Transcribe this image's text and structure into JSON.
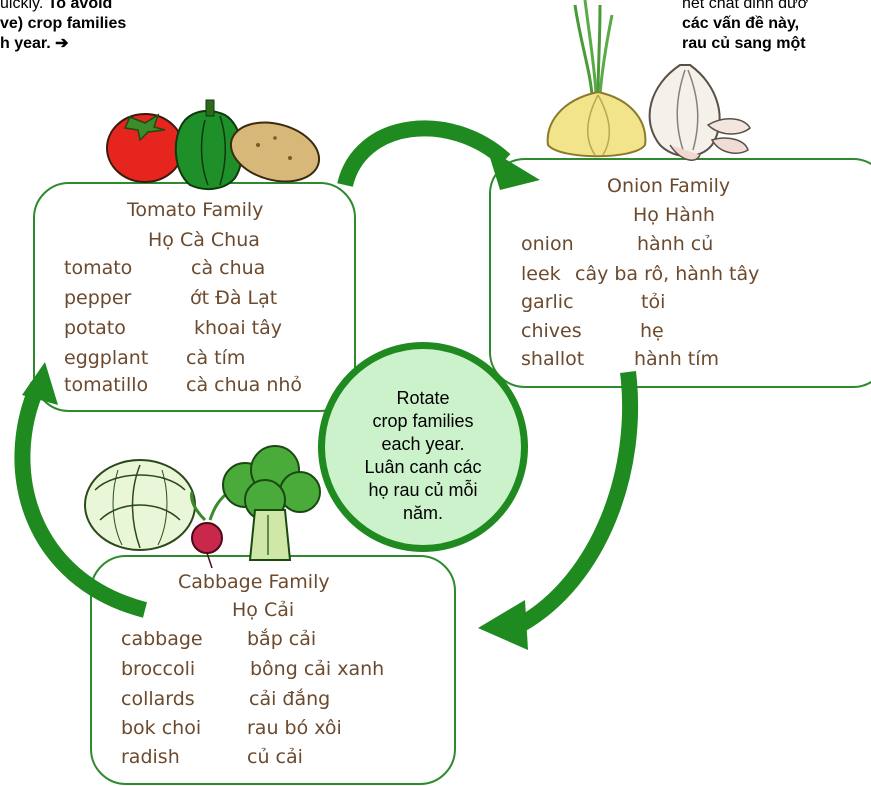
{
  "top_left": {
    "line1_plain": "uickly. ",
    "line1_bold": "To avoid",
    "line2": "ve) crop families",
    "line3": "h year.  ➔"
  },
  "top_right": {
    "line1": "hết chất dinh dưỡ",
    "line2": "các vấn đề này,",
    "line3": "rau củ sang một"
  },
  "tomato": {
    "title_en": "Tomato Family",
    "title_vi": "Họ Cà Chua",
    "items": [
      {
        "en": "tomato",
        "vi": "cà chua"
      },
      {
        "en": "pepper",
        "vi": "ớt Đà Lạt"
      },
      {
        "en": "potato",
        "vi": "khoai tây"
      },
      {
        "en": "eggplant",
        "vi": "cà tím"
      },
      {
        "en": "tomatillo",
        "vi": "cà chua nhỏ"
      }
    ]
  },
  "onion": {
    "title_en": "Onion Family",
    "title_vi": "Họ Hành",
    "items": [
      {
        "en": "onion",
        "vi": "hành củ"
      },
      {
        "en": "leek",
        "vi": "cây ba rô, hành tây"
      },
      {
        "en": "garlic",
        "vi": "tỏi"
      },
      {
        "en": "chives",
        "vi": "hẹ"
      },
      {
        "en": "shallot",
        "vi": "hành tím"
      }
    ]
  },
  "cabbage": {
    "title_en": "Cabbage Family",
    "title_vi": "Họ Cải",
    "items": [
      {
        "en": "cabbage",
        "vi": "bắp cải"
      },
      {
        "en": "broccoli",
        "vi": "bông cải xanh"
      },
      {
        "en": "collards",
        "vi": "cải đắng"
      },
      {
        "en": "bok choi",
        "vi": "rau bó xôi"
      },
      {
        "en": "radish",
        "vi": "củ cải"
      }
    ]
  },
  "center": {
    "lines": [
      "Rotate",
      "crop families",
      "each year.",
      "Luân canh các",
      "họ rau củ mỗi",
      "năm."
    ]
  },
  "colors": {
    "arrow_green": "#1f8a1f",
    "card_border": "#2f8a2f",
    "center_fill": "#ccf2cc",
    "text_brown": "#6b4a2e"
  }
}
